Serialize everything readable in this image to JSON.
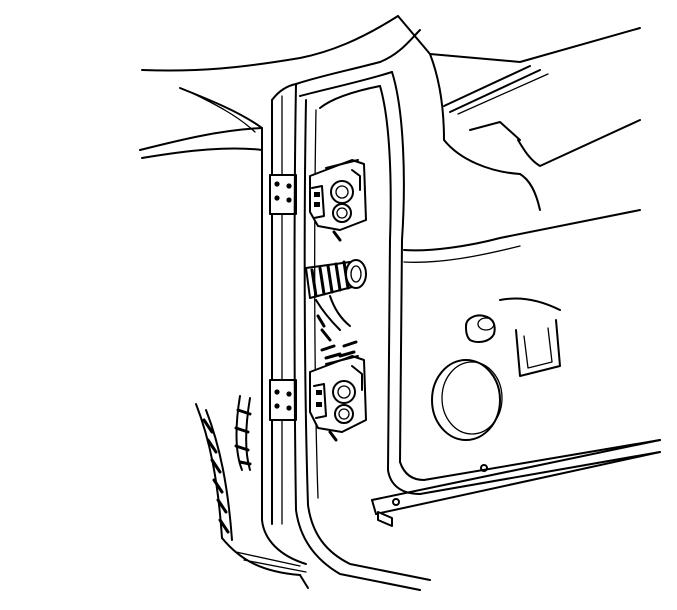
{
  "diagram": {
    "subject": "door-hinge-assembly",
    "background": "#ffffff",
    "line_color": "#000000",
    "parts": [
      "upper-hinge",
      "lower-hinge",
      "door-check-strap",
      "door-panel",
      "body-pillar"
    ]
  }
}
